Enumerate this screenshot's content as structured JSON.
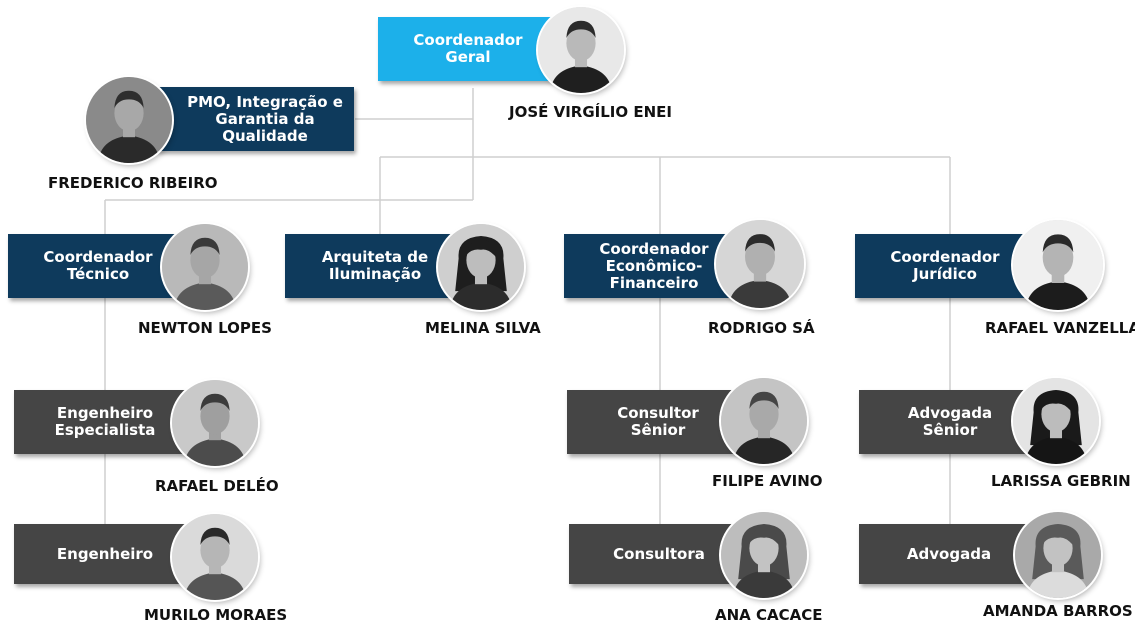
{
  "org_chart": {
    "colors": {
      "primary": "#0e3a5c",
      "accent": "#1cb0ea",
      "secondary": "#454545",
      "line": "#cfcfcf"
    },
    "nodes": [
      {
        "id": "coordenador-geral",
        "role": "Coordenador\nGeral",
        "name": "JOSÉ VIRGÍLIO ENEI",
        "tone": "cyan",
        "photo": "man-suit"
      },
      {
        "id": "pmo",
        "role": "PMO, Integração e\nGarantia da\nQualidade",
        "name": "FREDERICO RIBEIRO",
        "tone": "navy",
        "photo": "man-beard-bookshelf"
      },
      {
        "id": "coordenador-tecnico",
        "role": "Coordenador\nTécnico",
        "name": "NEWTON LOPES",
        "tone": "navy",
        "photo": "man-smiling-city"
      },
      {
        "id": "arquiteta-iluminacao",
        "role": "Arquiteta de\nIluminação",
        "name": "MELINA SILVA",
        "tone": "navy",
        "photo": "woman-curly-hair"
      },
      {
        "id": "coordenador-economico",
        "role": "Coordenador\nEconômico-\nFinanceiro",
        "name": "RODRIGO SÁ",
        "tone": "navy",
        "photo": "man-beard"
      },
      {
        "id": "coordenador-juridico",
        "role": "Coordenador\nJurídico",
        "name": "RAFAEL VANZELLA",
        "tone": "navy",
        "photo": "man-suit-tie"
      },
      {
        "id": "engenheiro-especialista",
        "role": "Engenheiro\nEspecialista",
        "name": "RAFAEL DELÉO",
        "tone": "gray",
        "photo": "man-short-hair"
      },
      {
        "id": "engenheiro",
        "role": "Engenheiro",
        "name": "MURILO MORAES",
        "tone": "gray",
        "photo": "young-man-smiling"
      },
      {
        "id": "consultor-senior",
        "role": "Consultor\nSênior",
        "name": "FILIPE AVINO",
        "tone": "gray",
        "photo": "man-glasses"
      },
      {
        "id": "consultora",
        "role": "Consultora",
        "name": "ANA CACACE",
        "tone": "gray",
        "photo": "woman-long-hair"
      },
      {
        "id": "advogada-senior",
        "role": "Advogada\nSênior",
        "name": "LARISSA GEBRIN",
        "tone": "gray",
        "photo": "woman-dark-hair"
      },
      {
        "id": "advogada",
        "role": "Advogada",
        "name": "AMANDA BARROS",
        "tone": "gray",
        "photo": "woman-outdoors"
      }
    ],
    "links": [
      [
        "coordenador-geral",
        "pmo"
      ],
      [
        "coordenador-geral",
        "coordenador-tecnico"
      ],
      [
        "coordenador-geral",
        "arquiteta-iluminacao"
      ],
      [
        "coordenador-geral",
        "coordenador-economico"
      ],
      [
        "coordenador-geral",
        "coordenador-juridico"
      ],
      [
        "coordenador-tecnico",
        "engenheiro-especialista"
      ],
      [
        "engenheiro-especialista",
        "engenheiro"
      ],
      [
        "coordenador-economico",
        "consultor-senior"
      ],
      [
        "consultor-senior",
        "consultora"
      ],
      [
        "coordenador-juridico",
        "advogada-senior"
      ],
      [
        "advogada-senior",
        "advogada"
      ]
    ]
  }
}
